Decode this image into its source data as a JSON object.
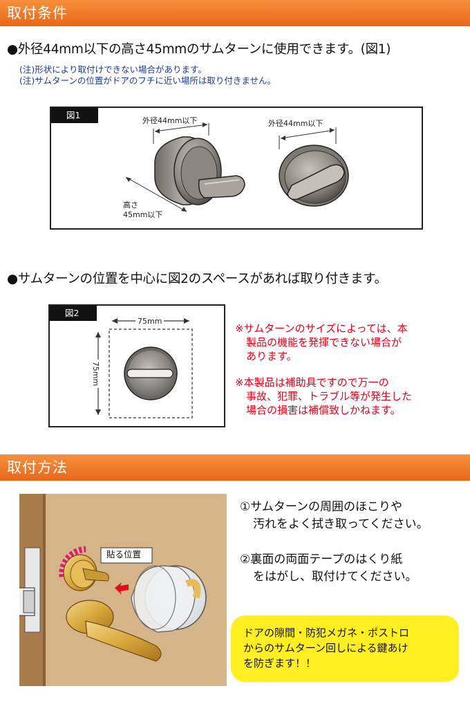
{
  "section1": {
    "title": "取付条件",
    "bullet1": "●外径44mm以下の高さ45mmのサムターンに使用できます。(図1)",
    "note1": "(注)形状により取付けできない場合があります。",
    "note2": "(注)サムターンの位置がドアのフチに近い場所は取り付きません。",
    "fig1": {
      "tag": "図1",
      "label_left": "外径44mm以下",
      "label_right": "外径44mm以下",
      "label_height_1": "高さ",
      "label_height_2": "45mm以下"
    },
    "bullet2": "●サムターンの位置を中心に図2のスペースがあれば取り付きます。",
    "fig2": {
      "tag": "図2",
      "width_label": "75mm",
      "height_label": "75mm"
    },
    "warning1_lines": [
      "※サムターンのサイズによっては、本",
      "製品の機能を発揮できない場合が",
      "あります。"
    ],
    "warning2_lines": [
      "※本製品は補助具ですので万一の",
      "事故、犯罪、トラブル等が発生した",
      "場合の損害は補償致しかねます。"
    ]
  },
  "section2": {
    "title": "取付方法",
    "illustration_label": "貼る位置",
    "step1_lines": [
      "①サムターンの周囲のほこりや",
      "汚れをよく拭き取ってください。"
    ],
    "step2_lines": [
      "②裏面の両面テープのはくり紙",
      "をはがし、取付けてください。"
    ],
    "callout_lines": [
      "ドアの隙間・防犯メガネ・ポストロ",
      "からのサムターン回しによる鍵あけ",
      "を防ぎます！！"
    ]
  },
  "colors": {
    "band": "#f07b28",
    "note": "#1a3aa0",
    "warning": "#e3001b",
    "callout": "#ffee22",
    "door": "#c8a070"
  }
}
